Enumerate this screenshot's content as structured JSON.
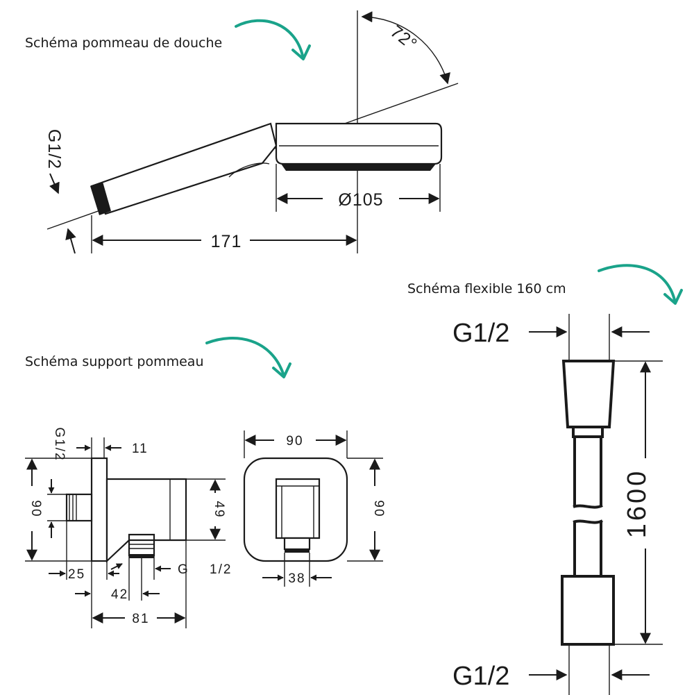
{
  "captions": {
    "shower_head": "Schéma pommeau de douche",
    "bracket": "Schéma support pommeau",
    "hose": "Schéma flexible 160 cm"
  },
  "shower_head": {
    "angle": "72°",
    "thread": "G1/2",
    "head_diameter": "Ø105",
    "length": "171"
  },
  "bracket": {
    "thread_top": "G1/2",
    "wall_offset": "11",
    "plate_height": "90",
    "body_height": "49",
    "dim_25": "25",
    "dim_42": "42",
    "dim_81": "81",
    "thread_bottom_g": "G",
    "thread_bottom_half": "1/2",
    "front_width": "90",
    "front_height": "90",
    "front_outlet": "38"
  },
  "hose": {
    "thread_top": "G1/2",
    "thread_bottom": "G1/2",
    "length": "1600"
  },
  "colors": {
    "ink": "#1a1a1a",
    "accent_arrow": "#1aa38a"
  }
}
